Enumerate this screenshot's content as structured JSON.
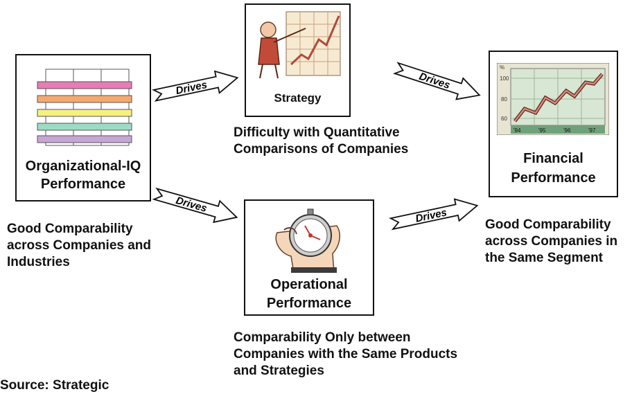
{
  "nodes": {
    "org_iq": {
      "label": "Organizational-IQ Performance"
    },
    "strategy": {
      "label": "Strategy"
    },
    "financial": {
      "label": "Financial Performance"
    },
    "operational": {
      "label": "Operational Performance"
    }
  },
  "arrows": {
    "org_to_strategy": "Drives",
    "strategy_to_financial": "Drives",
    "org_to_operational": "Drives",
    "operational_to_financial": "Drives"
  },
  "captions": {
    "strategy": "Difficulty with Quantitative Comparisons of Companies",
    "org_iq": "Good Comparability across Companies and Industries",
    "financial": "Good Comparability across Companies in the Same Segment",
    "operational": "Comparability Only between Companies with the Same Products and Strategies",
    "bottom_left_partial": "Source: Strategic"
  },
  "colors": {
    "stripe_1": "#e87db5",
    "stripe_2": "#f4a970",
    "stripe_3": "#f6f07e",
    "stripe_4": "#9ddcc4",
    "stripe_5": "#c6a6d6",
    "chart_line": "#b04a3e",
    "chart_bg": "#d8e6d4"
  },
  "mini_chart": {
    "y_ticks": [
      "%",
      "100",
      "80",
      "60"
    ],
    "x_ticks": [
      "'94",
      "'95",
      "'96",
      "'97"
    ]
  }
}
